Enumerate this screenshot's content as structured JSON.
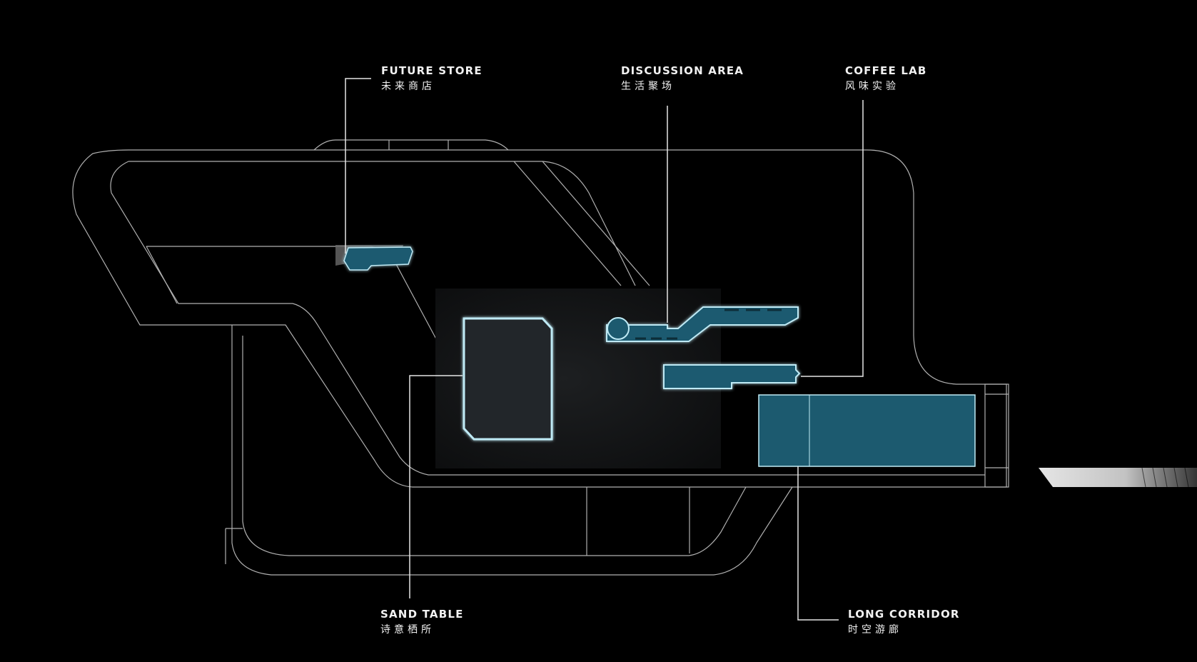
{
  "labels": {
    "future_store": {
      "en": "FUTURE STORE",
      "zh": "未来商店"
    },
    "discussion_area": {
      "en": "DISCUSSION AREA",
      "zh": "生活聚场"
    },
    "coffee_lab": {
      "en": "COFFEE LAB",
      "zh": "风味实验"
    },
    "sand_table": {
      "en": "SAND TABLE",
      "zh": "诗意栖所"
    },
    "long_corridor": {
      "en": "LONG CORRIDOR",
      "zh": "时空游廊"
    }
  },
  "colors": {
    "background": "#000000",
    "outline": "#cfcfcf",
    "accent_fill": "#1c5a6f",
    "accent_stroke": "#bfeaf5",
    "dark_slab": "#141516"
  }
}
